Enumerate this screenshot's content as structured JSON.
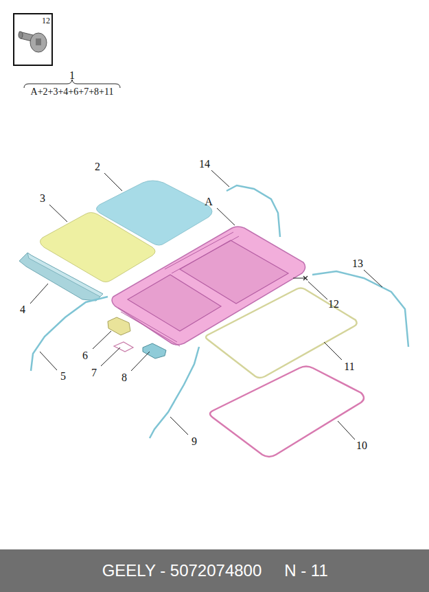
{
  "diagram": {
    "nodes": [
      {
        "text": [
          "12"
        ]
      },
      {
        "text": [
          "GEELY - 5072074800",
          "N - 11"
        ]
      }
    ],
    "labels": [
      "1",
      "A+2+3+4+6+7+8+11",
      "2",
      "14",
      "3",
      "A",
      "13",
      "12",
      "4",
      "6",
      "5",
      "7",
      "8",
      "11",
      "9",
      "10"
    ]
  }
}
